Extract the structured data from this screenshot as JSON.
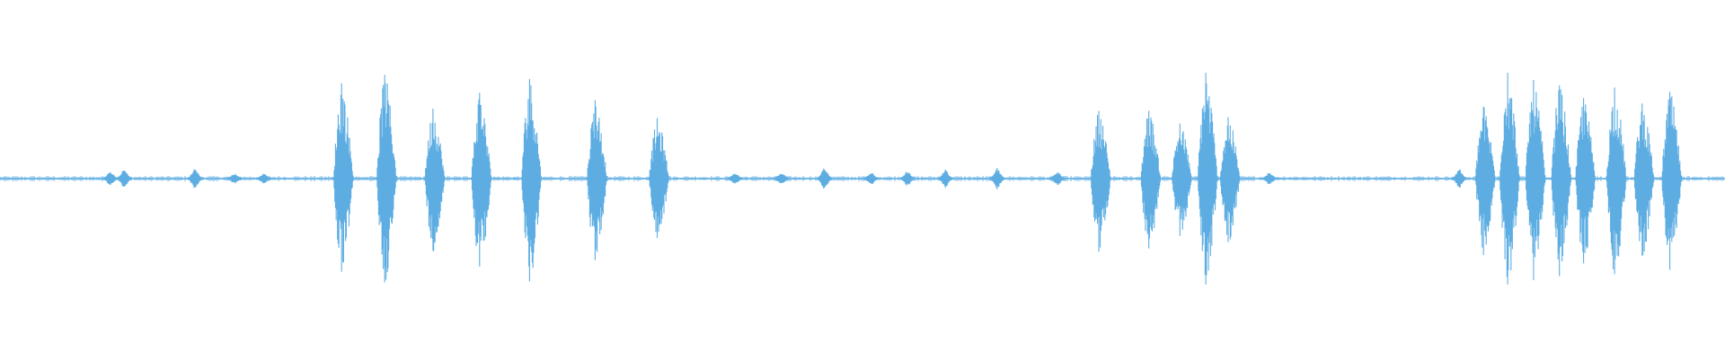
{
  "waveform": {
    "color": "#5dade2",
    "bursts": [
      {
        "time": 0.198,
        "peak": 0.9,
        "trough": 0.88
      },
      {
        "time": 0.223,
        "peak": 0.98,
        "trough": 0.98
      },
      {
        "time": 0.251,
        "peak": 0.66,
        "trough": 0.68
      },
      {
        "time": 0.278,
        "peak": 0.81,
        "trough": 0.83
      },
      {
        "time": 0.307,
        "peak": 0.94,
        "trough": 0.97
      },
      {
        "time": 0.345,
        "peak": 0.74,
        "trough": 0.77
      },
      {
        "time": 0.381,
        "peak": 0.56,
        "trough": 0.56
      },
      {
        "time": 0.637,
        "peak": 0.64,
        "trough": 0.69
      },
      {
        "time": 0.666,
        "peak": 0.64,
        "trough": 0.66
      },
      {
        "time": 0.684,
        "peak": 0.52,
        "trough": 0.54
      },
      {
        "time": 0.699,
        "peak": 1.0,
        "trough": 1.0
      },
      {
        "time": 0.712,
        "peak": 0.58,
        "trough": 0.6
      },
      {
        "time": 0.86,
        "peak": 0.68,
        "trough": 0.72
      },
      {
        "time": 0.874,
        "peak": 1.0,
        "trough": 1.0
      },
      {
        "time": 0.889,
        "peak": 0.92,
        "trough": 0.96
      },
      {
        "time": 0.904,
        "peak": 0.88,
        "trough": 0.92
      },
      {
        "time": 0.918,
        "peak": 0.76,
        "trough": 0.8
      },
      {
        "time": 0.936,
        "peak": 0.86,
        "trough": 0.9
      },
      {
        "time": 0.952,
        "peak": 0.71,
        "trough": 0.73
      },
      {
        "time": 0.968,
        "peak": 0.82,
        "trough": 0.86
      }
    ],
    "blips": [
      {
        "time": 0.064,
        "level": 0.06
      },
      {
        "time": 0.072,
        "level": 0.08
      },
      {
        "time": 0.113,
        "level": 0.09
      },
      {
        "time": 0.136,
        "level": 0.04
      },
      {
        "time": 0.153,
        "level": 0.04
      },
      {
        "time": 0.426,
        "level": 0.05
      },
      {
        "time": 0.453,
        "level": 0.05
      },
      {
        "time": 0.478,
        "level": 0.1
      },
      {
        "time": 0.505,
        "level": 0.05
      },
      {
        "time": 0.526,
        "level": 0.06
      },
      {
        "time": 0.548,
        "level": 0.08
      },
      {
        "time": 0.578,
        "level": 0.1
      },
      {
        "time": 0.613,
        "level": 0.06
      },
      {
        "time": 0.736,
        "level": 0.05
      },
      {
        "time": 0.846,
        "level": 0.08
      }
    ]
  }
}
